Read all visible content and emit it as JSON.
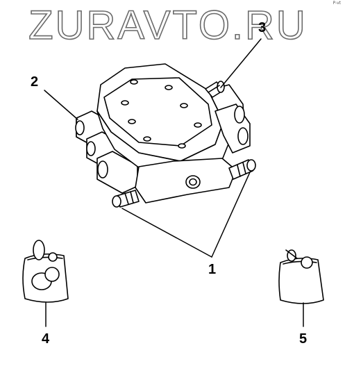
{
  "watermark": {
    "text": "ZURAVTO.RU"
  },
  "corner_tag": "P-vt",
  "callouts": {
    "c1": "1",
    "c2": "2",
    "c3": "3",
    "c4": "4",
    "c5": "5"
  },
  "colors": {
    "line": "#000000",
    "background": "#ffffff",
    "watermark_fill": "#ffffff",
    "watermark_stroke": "#6a6a6a"
  }
}
